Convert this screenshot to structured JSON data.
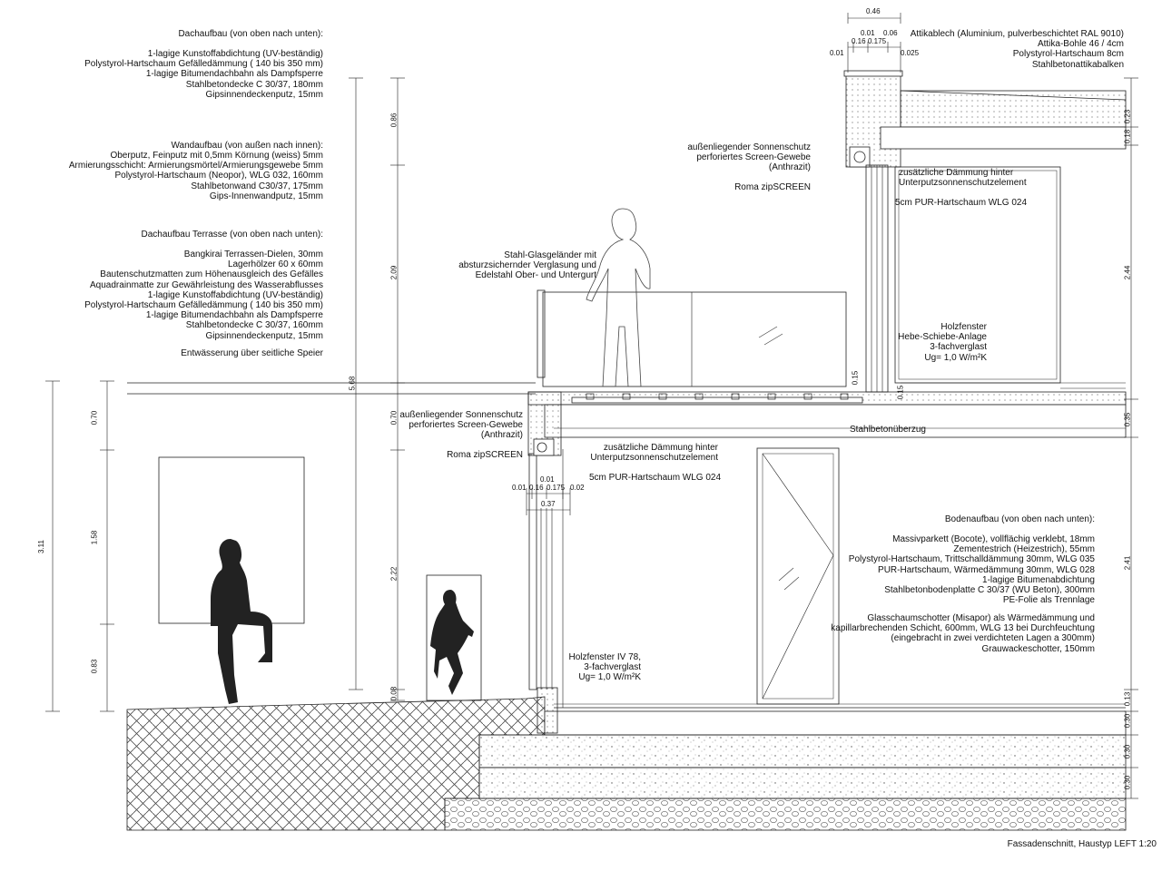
{
  "roof_note": {
    "heading": "Dachaufbau (von oben nach unten):",
    "lines": "1-lagige Kunstoffabdichtung (UV-beständig)\nPolystyrol-Hartschaum Gefälledämmung ( 140 bis 350 mm)\n1-lagige Bitumendachbahn als Dampfsperre\nStahlbetondecke C 30/37, 180mm\nGipsinnendeckenputz, 15mm"
  },
  "wall_note": {
    "heading": "Wandaufbau (von außen nach innen):",
    "lines": "Oberputz, Feinputz mit 0,5mm Körnung (weiss) 5mm\nArmierungsschicht: Armierungsmörtel/Armierungsgewebe 5mm\nPolystyrol-Hartschaum (Neopor), WLG 032, 160mm\nStahlbetonwand C30/37, 175mm\nGips-Innenwandputz, 15mm"
  },
  "terrace_note": {
    "heading": "Dachaufbau Terrasse (von oben nach unten):",
    "lines": "Bangkirai Terrassen-Dielen, 30mm\nLagerhölzer 60 x 60mm\nBautenschutzmatten zum Höhenausgleich des Gefälles\nAquadrainmatte zur Gewährleistung des Wasserabflusses\n1-lagige Kunstoffabdichtung (UV-beständig)\nPolystyrol-Hartschaum Gefälledämmung ( 140 bis 350 mm)\n1-lagige Bitumendachbahn als Dampfsperre\nStahlbetondecke C 30/37, 160mm\nGipsinnendeckenputz, 15mm",
    "drain": "Entwässerung über seitliche Speier"
  },
  "attika_note": "Attikablech (Aluminium, pulverbeschichtet RAL 9010)\nAttika-Bohle 46 / 4cm\nPolystyrol-Hartschaum 8cm\nStahlbetonattikabalken",
  "sun_upper": "außenliegender Sonnenschutz\nperforiertes Screen-Gewebe\n(Anthrazit)",
  "roma_upper": "Roma zipSCREEN",
  "insulation_upper": "zusätzliche Dämmung hinter\nUnterputzsonnenschutzelement",
  "pur_upper": "5cm PUR-Hartschaum WLG 024",
  "railing_note": "Stahl-Glasgeländer mit\nabsturzsichernder Verglasung und\nEdelstahl Ober- und Untergurt",
  "window_upper": "Holzfenster\nHebe-Schiebe-Anlage\n3-fachverglast\nUg= 1,0 W/m²K",
  "slab_note": "Stahlbetonüberzug",
  "sun_lower": "außenliegender Sonnenschutz\nperforiertes Screen-Gewebe\n(Anthrazit)",
  "roma_lower": "Roma zipSCREEN",
  "insulation_lower": "zusätzliche Dämmung hinter\nUnterputzsonnenschutzelement",
  "pur_lower": "5cm PUR-Hartschaum WLG 024",
  "floor_note": {
    "heading": "Bodenaufbau (von oben nach unten):",
    "lines": "Massivparkett (Bocote), vollflächig verklebt, 18mm\nZementestrich (Heizestrich), 55mm\nPolystyrol-Hartschaum, Trittschalldämmung 30mm, WLG 035\nPUR-Hartschaum, Wärmedämmung 30mm, WLG 028\n1-lagige Bitumenabdichtung\nStahlbetonbodenplatte C 30/37 (WU Beton), 300mm\nPE-Folie als Trennlage",
    "lines2": "Glasschaumschotter (Misapor) als Wärmedämmung und\nkapillarbrechenden Schicht, 600mm, WLG 13 bei Durchfeuchtung\n(eingebracht in zwei verdichteten Lagen a 300mm)\nGrauwackeschotter, 150mm"
  },
  "window_lower": "Holzfenster IV 78,\n3-fachverglast\nUg= 1,0 W/m²K",
  "caption": "Fassadenschnitt, Haustyp LEFT 1:20",
  "dims_left": [
    "0.70",
    "1.58",
    "0.83",
    "3.11"
  ],
  "dims_mid": [
    "0.86",
    "2.09",
    "5.68",
    "0.70",
    "2.22",
    "0.08"
  ],
  "dims_right": [
    "0.23",
    "0.18",
    "2.44",
    "0.35",
    "2.41",
    "0.13",
    "0.30",
    "0.30",
    "0.30"
  ],
  "dims_top": [
    "0.46",
    "0.01",
    "0.06",
    "0.16",
    "0.175",
    "0.01",
    "0.025"
  ],
  "dims_lower": [
    "0.01",
    "0.01",
    "0.16",
    "0.175",
    "0.02",
    "0.37"
  ],
  "dims_small": [
    "0.15",
    "0.15"
  ]
}
